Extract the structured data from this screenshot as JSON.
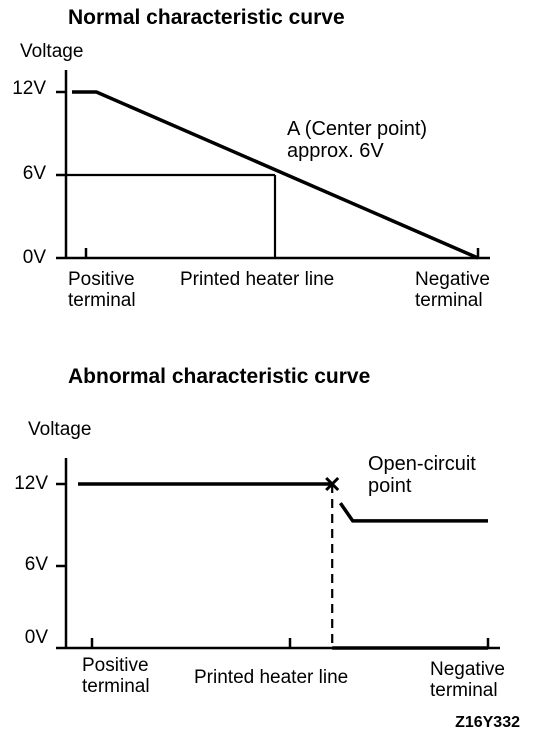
{
  "chart_data": [
    {
      "type": "line",
      "title": "Normal characteristic curve",
      "ylabel": "Voltage",
      "y_ticks": [
        "12V",
        "6V",
        "0V"
      ],
      "x_labels": [
        {
          "lines": [
            "Positive",
            "terminal"
          ]
        },
        {
          "lines": [
            "Printed heater line"
          ]
        },
        {
          "lines": [
            "Negative",
            "terminal"
          ]
        }
      ],
      "ylim": [
        0,
        12
      ],
      "series": [
        {
          "x": [
            0,
            0.06,
            1.0
          ],
          "y": [
            12,
            12,
            0
          ]
        }
      ],
      "center_point": {
        "x": 0.5,
        "y": 6
      },
      "annotation": [
        "A (Center point)",
        "approx. 6V"
      ]
    },
    {
      "type": "line",
      "title": "Abnormal characteristic curve",
      "ylabel": "Voltage",
      "y_ticks": [
        "12V",
        "6V",
        "0V"
      ],
      "x_labels": [
        {
          "lines": [
            "Positive",
            "terminal"
          ]
        },
        {
          "lines": [
            "Printed heater line"
          ]
        },
        {
          "lines": [
            "Negative",
            "terminal"
          ]
        }
      ],
      "ylim": [
        0,
        12
      ],
      "series": [
        {
          "x": [
            0,
            0.62
          ],
          "y": [
            12,
            12
          ],
          "style": "solid"
        },
        {
          "x": [
            0.62,
            0.62
          ],
          "y": [
            12,
            0
          ],
          "style": "dashed"
        },
        {
          "x": [
            0.62,
            0.66,
            1.0
          ],
          "y": [
            0,
            0,
            0
          ],
          "style": "solid"
        },
        {
          "x": [
            0.64,
            0.67,
            1.0
          ],
          "y": [
            10.6,
            9.3,
            9.3
          ],
          "style": "solid"
        }
      ],
      "open_circuit_point": {
        "x": 0.62,
        "y": 12
      },
      "annotation": [
        "Open-circuit",
        "point"
      ]
    }
  ],
  "figure_code": "Z16Y332"
}
